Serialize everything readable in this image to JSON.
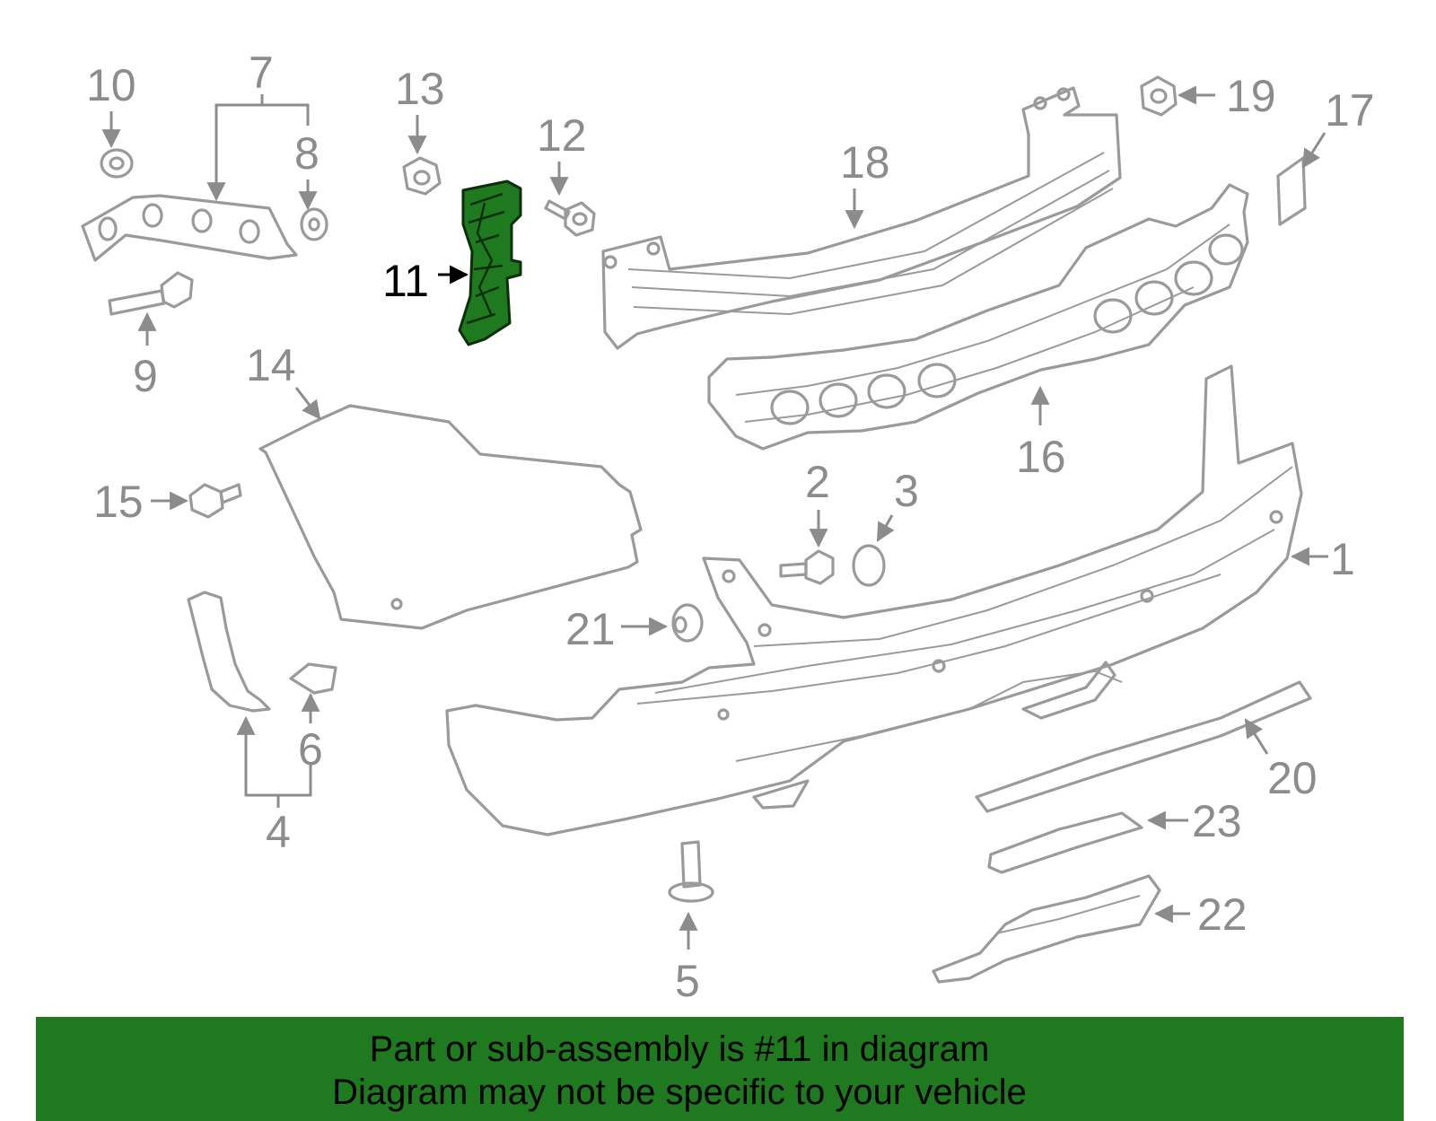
{
  "diagram": {
    "highlighted_part": "11",
    "callouts": [
      "1",
      "2",
      "3",
      "4",
      "5",
      "6",
      "7",
      "8",
      "9",
      "10",
      "11",
      "12",
      "13",
      "14",
      "15",
      "16",
      "17",
      "18",
      "19",
      "20",
      "21",
      "22",
      "23"
    ]
  },
  "footer": {
    "line1": "Part or sub-assembly is #11 in diagram",
    "line2": "Diagram may not be specific to your vehicle",
    "background_color": "#1f7a1f"
  }
}
